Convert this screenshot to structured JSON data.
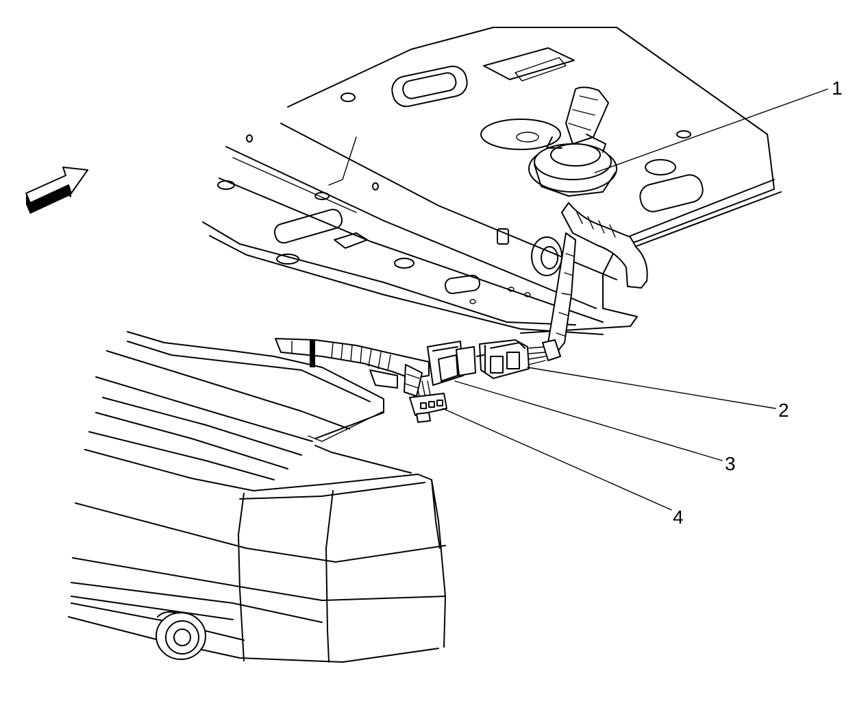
{
  "callouts": [
    {
      "id": "1",
      "label": "1"
    },
    {
      "id": "2",
      "label": "2"
    },
    {
      "id": "3",
      "label": "3"
    },
    {
      "id": "4",
      "label": "4"
    }
  ],
  "icons": {
    "direction_arrow": "front-direction-arrow-icon"
  },
  "colors": {
    "line": "#000000",
    "background": "#ffffff"
  }
}
